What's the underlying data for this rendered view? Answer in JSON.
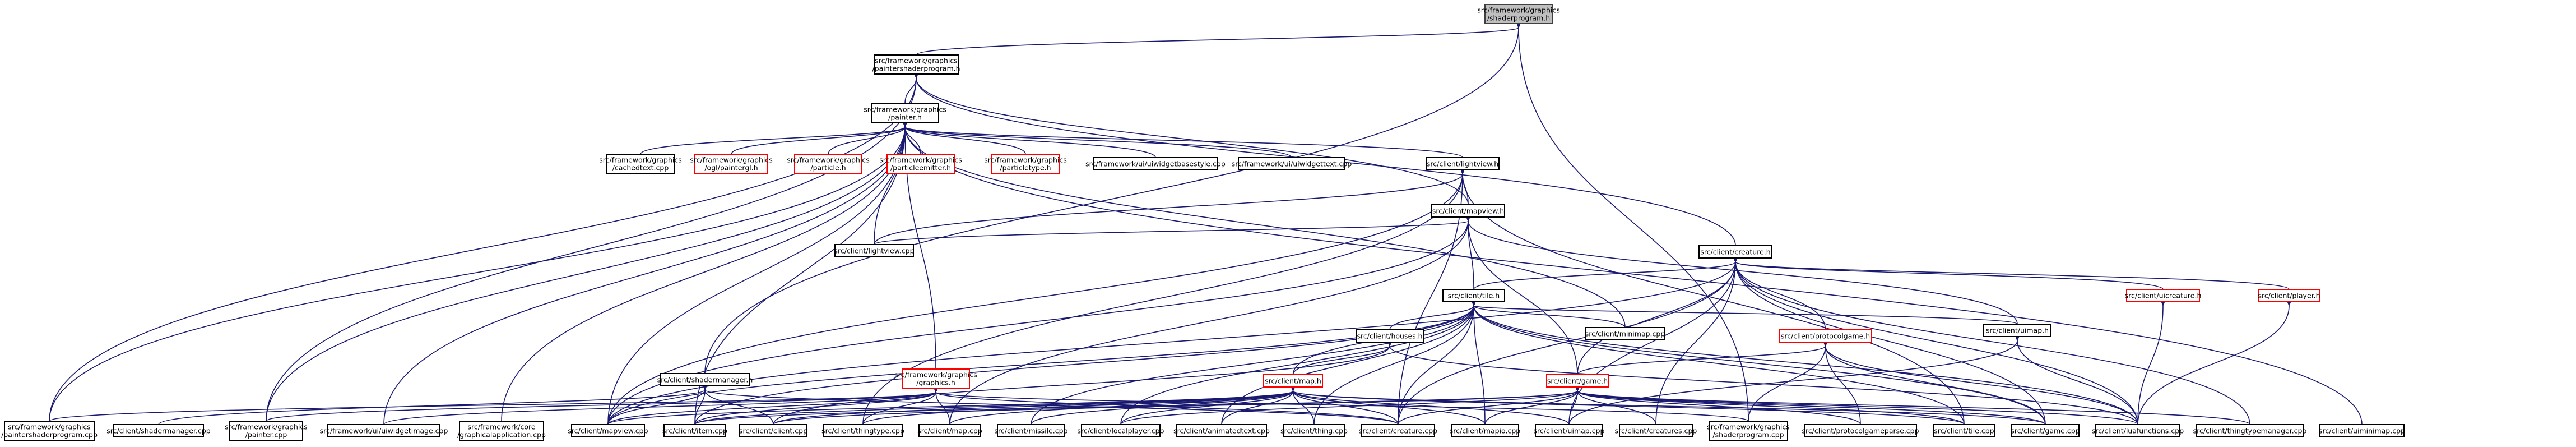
{
  "colors": {
    "edge": "#191970",
    "root_fill": "#bfbfbf",
    "red_border": "#ff0000",
    "node_border": "#000000"
  },
  "nodes": [
    {
      "id": "shaderprogram_h",
      "lines": [
        "src/framework/graphics",
        "/shaderprogram.h"
      ],
      "root": true
    },
    {
      "id": "paintershaderprogram_h",
      "lines": [
        "src/framework/graphics",
        "/paintershaderprogram.h"
      ]
    },
    {
      "id": "painter_h",
      "lines": [
        "src/framework/graphics",
        "/painter.h"
      ]
    },
    {
      "id": "cachedtext_cpp",
      "lines": [
        "src/framework/graphics",
        "/cachedtext.cpp"
      ]
    },
    {
      "id": "paintergl_h",
      "lines": [
        "src/framework/graphics",
        "/ogl/paintergl.h"
      ],
      "red": true
    },
    {
      "id": "particle_h",
      "lines": [
        "src/framework/graphics",
        "/particle.h"
      ],
      "red": true
    },
    {
      "id": "particleemitter_h",
      "lines": [
        "src/framework/graphics",
        "/particleemitter.h"
      ],
      "red": true
    },
    {
      "id": "particletype_h",
      "lines": [
        "src/framework/graphics",
        "/particletype.h"
      ],
      "red": true
    },
    {
      "id": "uiwidgetbasestyle_cpp",
      "lines": [
        "src/framework/ui/uiwidgetbasestyle.cpp"
      ]
    },
    {
      "id": "uiwidgettext_cpp",
      "lines": [
        "src/framework/ui/uiwidgettext.cpp"
      ]
    },
    {
      "id": "lightview_h",
      "lines": [
        "src/client/lightview.h"
      ]
    },
    {
      "id": "mapview_h",
      "lines": [
        "src/client/mapview.h"
      ]
    },
    {
      "id": "lightview_cpp",
      "lines": [
        "src/client/lightview.cpp"
      ]
    },
    {
      "id": "creature_h",
      "lines": [
        "src/client/creature.h"
      ]
    },
    {
      "id": "tile_h",
      "lines": [
        "src/client/tile.h"
      ]
    },
    {
      "id": "minimap_cpp",
      "lines": [
        "src/client/minimap.cpp"
      ]
    },
    {
      "id": "uicreature_h",
      "lines": [
        "src/client/uicreature.h"
      ],
      "red": true
    },
    {
      "id": "player_h",
      "lines": [
        "src/client/player.h"
      ],
      "red": true
    },
    {
      "id": "houses_h",
      "lines": [
        "src/client/houses.h"
      ]
    },
    {
      "id": "protocolgame_h",
      "lines": [
        "src/client/protocolgame.h"
      ],
      "red": true
    },
    {
      "id": "uimap_h",
      "lines": [
        "src/client/uimap.h"
      ]
    },
    {
      "id": "shadermanager_h",
      "lines": [
        "src/client/shadermanager.h"
      ]
    },
    {
      "id": "graphics_h",
      "lines": [
        "src/framework/graphics",
        "/graphics.h"
      ],
      "red": true
    },
    {
      "id": "map_h",
      "lines": [
        "src/client/map.h"
      ],
      "red": true
    },
    {
      "id": "game_h",
      "lines": [
        "src/client/game.h"
      ],
      "red": true
    },
    {
      "id": "paintershaderprogram_cpp",
      "lines": [
        "src/framework/graphics",
        "/paintershaderprogram.cpp"
      ]
    },
    {
      "id": "shadermanager_cpp",
      "lines": [
        "src/client/shadermanager.cpp"
      ]
    },
    {
      "id": "painter_cpp",
      "lines": [
        "src/framework/graphics",
        "/painter.cpp"
      ]
    },
    {
      "id": "uiwidgetimage_cpp",
      "lines": [
        "src/framework/ui/uiwidgetimage.cpp"
      ]
    },
    {
      "id": "graphicalapplication_cpp",
      "lines": [
        "src/framework/core",
        "/graphicalapplication.cpp"
      ]
    },
    {
      "id": "mapview_cpp",
      "lines": [
        "src/client/mapview.cpp"
      ]
    },
    {
      "id": "item_cpp",
      "lines": [
        "src/client/item.cpp"
      ]
    },
    {
      "id": "client_cpp",
      "lines": [
        "src/client/client.cpp"
      ]
    },
    {
      "id": "thingtype_cpp",
      "lines": [
        "src/client/thingtype.cpp"
      ]
    },
    {
      "id": "map_cpp",
      "lines": [
        "src/client/map.cpp"
      ]
    },
    {
      "id": "missile_cpp",
      "lines": [
        "src/client/missile.cpp"
      ]
    },
    {
      "id": "localplayer_cpp",
      "lines": [
        "src/client/localplayer.cpp"
      ]
    },
    {
      "id": "animatedtext_cpp",
      "lines": [
        "src/client/animatedtext.cpp"
      ]
    },
    {
      "id": "thing_cpp",
      "lines": [
        "src/client/thing.cpp"
      ]
    },
    {
      "id": "creature_cpp",
      "lines": [
        "src/client/creature.cpp"
      ]
    },
    {
      "id": "mapio_cpp",
      "lines": [
        "src/client/mapio.cpp"
      ]
    },
    {
      "id": "uimap_cpp",
      "lines": [
        "src/client/uimap.cpp"
      ]
    },
    {
      "id": "creatures_cpp",
      "lines": [
        "src/client/creatures.cpp"
      ]
    },
    {
      "id": "shaderprogram_cpp",
      "lines": [
        "src/framework/graphics",
        "/shaderprogram.cpp"
      ]
    },
    {
      "id": "protocolgameparse_cpp",
      "lines": [
        "src/client/protocolgameparse.cpp"
      ]
    },
    {
      "id": "tile_cpp",
      "lines": [
        "src/client/tile.cpp"
      ]
    },
    {
      "id": "game_cpp",
      "lines": [
        "src/client/game.cpp"
      ]
    },
    {
      "id": "luafunctions_cpp",
      "lines": [
        "src/client/luafunctions.cpp"
      ]
    },
    {
      "id": "thingtypemanager_cpp",
      "lines": [
        "src/client/thingtypemanager.cpp"
      ]
    },
    {
      "id": "uiminimap_cpp",
      "lines": [
        "src/client/uiminimap.cpp"
      ]
    }
  ],
  "edges": [
    [
      "shaderprogram_h",
      "paintershaderprogram_h"
    ],
    [
      "shaderprogram_h",
      "shadermanager_h"
    ],
    [
      "shaderprogram_h",
      "shaderprogram_cpp"
    ],
    [
      "paintershaderprogram_h",
      "painter_h"
    ],
    [
      "paintershaderprogram_h",
      "paintershaderprogram_cpp"
    ],
    [
      "paintershaderprogram_h",
      "painter_cpp"
    ],
    [
      "paintershaderprogram_h",
      "mapview_h"
    ],
    [
      "paintershaderprogram_h",
      "creature_h"
    ],
    [
      "painter_h",
      "cachedtext_cpp"
    ],
    [
      "painter_h",
      "paintergl_h"
    ],
    [
      "painter_h",
      "particle_h"
    ],
    [
      "painter_h",
      "particleemitter_h"
    ],
    [
      "painter_h",
      "particletype_h"
    ],
    [
      "painter_h",
      "uiwidgetbasestyle_cpp"
    ],
    [
      "painter_h",
      "uiwidgettext_cpp"
    ],
    [
      "painter_h",
      "lightview_h"
    ],
    [
      "painter_h",
      "lightview_cpp"
    ],
    [
      "painter_h",
      "mapview_cpp"
    ],
    [
      "painter_h",
      "graphics_h"
    ],
    [
      "painter_h",
      "uiminimap_cpp"
    ],
    [
      "painter_h",
      "minimap_cpp"
    ],
    [
      "painter_h",
      "painter_cpp"
    ],
    [
      "painter_h",
      "uiwidgetimage_cpp"
    ],
    [
      "painter_h",
      "graphicalapplication_cpp"
    ],
    [
      "painter_h",
      "item_cpp"
    ],
    [
      "painter_h",
      "paintershaderprogram_cpp"
    ],
    [
      "lightview_h",
      "mapview_h"
    ],
    [
      "lightview_h",
      "lightview_cpp"
    ],
    [
      "lightview_h",
      "mapview_cpp"
    ],
    [
      "lightview_h",
      "creature_cpp"
    ],
    [
      "lightview_h",
      "thingtype_cpp"
    ],
    [
      "lightview_h",
      "tile_cpp"
    ],
    [
      "mapview_h",
      "tile_h"
    ],
    [
      "mapview_h",
      "lightview_cpp"
    ],
    [
      "mapview_h",
      "mapview_cpp"
    ],
    [
      "mapview_h",
      "map_cpp"
    ],
    [
      "mapview_h",
      "uimap_h"
    ],
    [
      "mapview_h",
      "game_h"
    ],
    [
      "creature_h",
      "tile_h"
    ],
    [
      "creature_h",
      "uicreature_h"
    ],
    [
      "creature_h",
      "player_h"
    ],
    [
      "creature_h",
      "protocolgame_h"
    ],
    [
      "creature_h",
      "game_h"
    ],
    [
      "creature_h",
      "creature_cpp"
    ],
    [
      "creature_h",
      "creatures_cpp"
    ],
    [
      "creature_h",
      "uimap_cpp"
    ],
    [
      "creature_h",
      "luafunctions_cpp"
    ],
    [
      "creature_h",
      "game_cpp"
    ],
    [
      "creature_h",
      "thingtypemanager_cpp"
    ],
    [
      "creature_h",
      "mapview_cpp"
    ],
    [
      "tile_h",
      "minimap_cpp"
    ],
    [
      "tile_h",
      "houses_h"
    ],
    [
      "tile_h",
      "map_h"
    ],
    [
      "tile_h",
      "uimap_h"
    ],
    [
      "tile_h",
      "item_cpp"
    ],
    [
      "tile_h",
      "mapview_cpp"
    ],
    [
      "tile_h",
      "localplayer_cpp"
    ],
    [
      "tile_h",
      "thing_cpp"
    ],
    [
      "tile_h",
      "creature_cpp"
    ],
    [
      "tile_h",
      "mapio_cpp"
    ],
    [
      "tile_h",
      "tile_cpp"
    ],
    [
      "tile_h",
      "game_cpp"
    ],
    [
      "tile_h",
      "luafunctions_cpp"
    ],
    [
      "tile_h",
      "missile_cpp"
    ],
    [
      "tile_h",
      "animatedtext_cpp"
    ],
    [
      "uicreature_h",
      "luafunctions_cpp"
    ],
    [
      "player_h",
      "luafunctions_cpp"
    ],
    [
      "houses_h",
      "map_h"
    ],
    [
      "houses_h",
      "client_cpp"
    ],
    [
      "houses_h",
      "luafunctions_cpp"
    ],
    [
      "protocolgame_h",
      "game_h"
    ],
    [
      "protocolgame_h",
      "protocolgameparse_cpp"
    ],
    [
      "protocolgame_h",
      "game_cpp"
    ],
    [
      "protocolgame_h",
      "shaderprogram_cpp"
    ],
    [
      "protocolgame_h",
      "luafunctions_cpp"
    ],
    [
      "uimap_h",
      "uimap_cpp"
    ],
    [
      "uimap_h",
      "luafunctions_cpp"
    ],
    [
      "shadermanager_h",
      "shadermanager_cpp"
    ],
    [
      "shadermanager_h",
      "mapview_cpp"
    ],
    [
      "shadermanager_h",
      "item_cpp"
    ],
    [
      "shadermanager_h",
      "client_cpp"
    ],
    [
      "shadermanager_h",
      "creature_cpp"
    ],
    [
      "graphics_h",
      "paintershaderprogram_cpp"
    ],
    [
      "graphics_h",
      "painter_cpp"
    ],
    [
      "graphics_h",
      "uiwidgetimage_cpp"
    ],
    [
      "graphics_h",
      "mapview_cpp"
    ],
    [
      "graphics_h",
      "item_cpp"
    ],
    [
      "graphics_h",
      "thingtype_cpp"
    ],
    [
      "graphics_h",
      "map_cpp"
    ],
    [
      "graphics_h",
      "creature_cpp"
    ],
    [
      "graphics_h",
      "shaderprogram_cpp"
    ],
    [
      "map_h",
      "mapview_cpp"
    ],
    [
      "map_h",
      "item_cpp"
    ],
    [
      "map_h",
      "client_cpp"
    ],
    [
      "map_h",
      "thingtype_cpp"
    ],
    [
      "map_h",
      "map_cpp"
    ],
    [
      "map_h",
      "missile_cpp"
    ],
    [
      "map_h",
      "localplayer_cpp"
    ],
    [
      "map_h",
      "animatedtext_cpp"
    ],
    [
      "map_h",
      "thing_cpp"
    ],
    [
      "map_h",
      "creature_cpp"
    ],
    [
      "map_h",
      "mapio_cpp"
    ],
    [
      "map_h",
      "uimap_cpp"
    ],
    [
      "map_h",
      "tile_cpp"
    ],
    [
      "map_h",
      "game_cpp"
    ],
    [
      "game_h",
      "item_cpp"
    ],
    [
      "game_h",
      "client_cpp"
    ],
    [
      "game_h",
      "localplayer_cpp"
    ],
    [
      "game_h",
      "creature_cpp"
    ],
    [
      "game_h",
      "mapio_cpp"
    ],
    [
      "game_h",
      "uimap_cpp"
    ],
    [
      "game_h",
      "creatures_cpp"
    ],
    [
      "game_h",
      "protocolgameparse_cpp"
    ],
    [
      "game_h",
      "tile_cpp"
    ],
    [
      "game_h",
      "game_cpp"
    ],
    [
      "game_h",
      "luafunctions_cpp"
    ],
    [
      "game_h",
      "thingtypemanager_cpp"
    ]
  ]
}
